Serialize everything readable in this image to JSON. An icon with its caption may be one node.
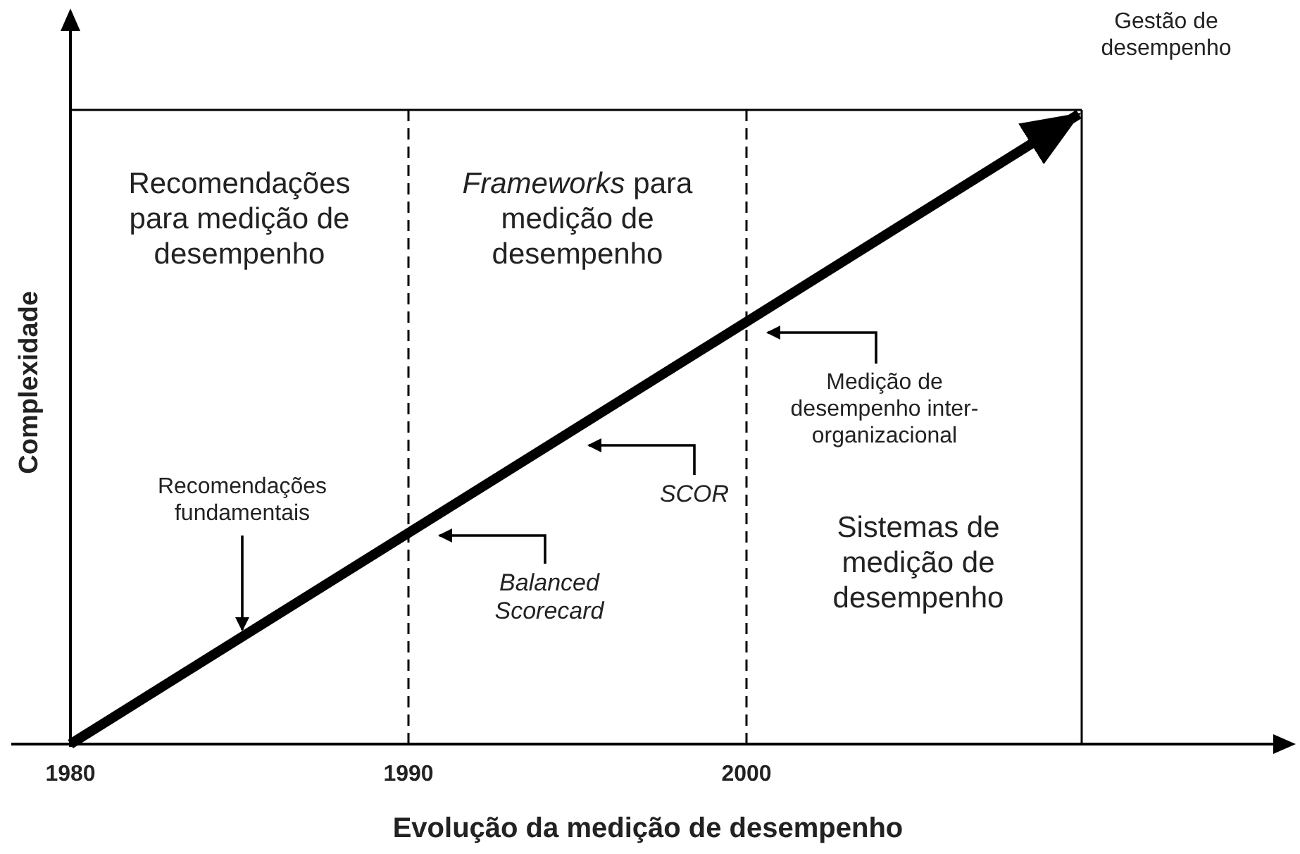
{
  "diagram": {
    "nodes": [
      {
        "text": [
          "Recomendações fundamentais"
        ]
      },
      {
        "text": [
          "Balanced Scorecard"
        ]
      },
      {
        "text": [
          "SCOR"
        ]
      },
      {
        "text": [
          "Medição de desempenho inter-organizacional"
        ]
      }
    ],
    "edges": [
      {
        "from": 0,
        "to": null,
        "arrow": "to"
      },
      {
        "from": 1,
        "to": null,
        "arrow": "to"
      },
      {
        "from": 2,
        "to": null,
        "arrow": "to"
      },
      {
        "from": 3,
        "to": null,
        "arrow": "to"
      }
    ],
    "labels": [
      "Gestão de desempenho",
      "Recomendações para medição de desempenho",
      "*Frameworks* para medição de desempenho",
      "Complexidade",
      "Sistemas de medição de desempenho",
      "1980",
      "1990",
      "2000",
      "Evolução da medição de desempenho"
    ]
  }
}
